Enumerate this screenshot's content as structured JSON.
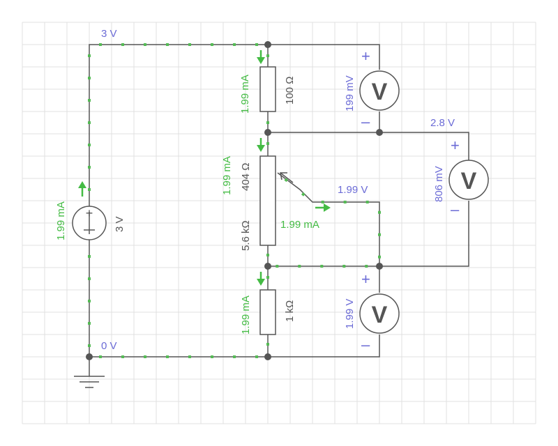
{
  "labels": {
    "top_voltage": "3 V",
    "bottom_voltage": "0 V",
    "source_current": "1.99 mA",
    "source_value": "3 V",
    "r1_current": "1.99 mA",
    "r1_value": "100 Ω",
    "pot_current": "1.99 mA",
    "pot_top_value": "404 Ω",
    "pot_bottom_value": "5.6 kΩ",
    "wiper_current": "1.99 mA",
    "wiper_voltage": "1.99 V",
    "r3_current": "1.99 mA",
    "r3_value": "1 kΩ",
    "vm1_reading": "199 mV",
    "vm2_reading": "806 mV",
    "vm2_node_voltage": "2.8 V",
    "vm3_reading": "1.99 V",
    "meter_symbol": "V",
    "plus": "+",
    "minus": "–"
  },
  "colors": {
    "current": "#55bb55",
    "voltage_readout": "#6b6bd6",
    "wire": "#555555",
    "grid": "#e0e0e0"
  },
  "icons": [
    "ground-icon",
    "voltage-source-icon",
    "resistor-icon",
    "potentiometer-icon",
    "voltmeter-icon",
    "current-arrow-icon"
  ]
}
